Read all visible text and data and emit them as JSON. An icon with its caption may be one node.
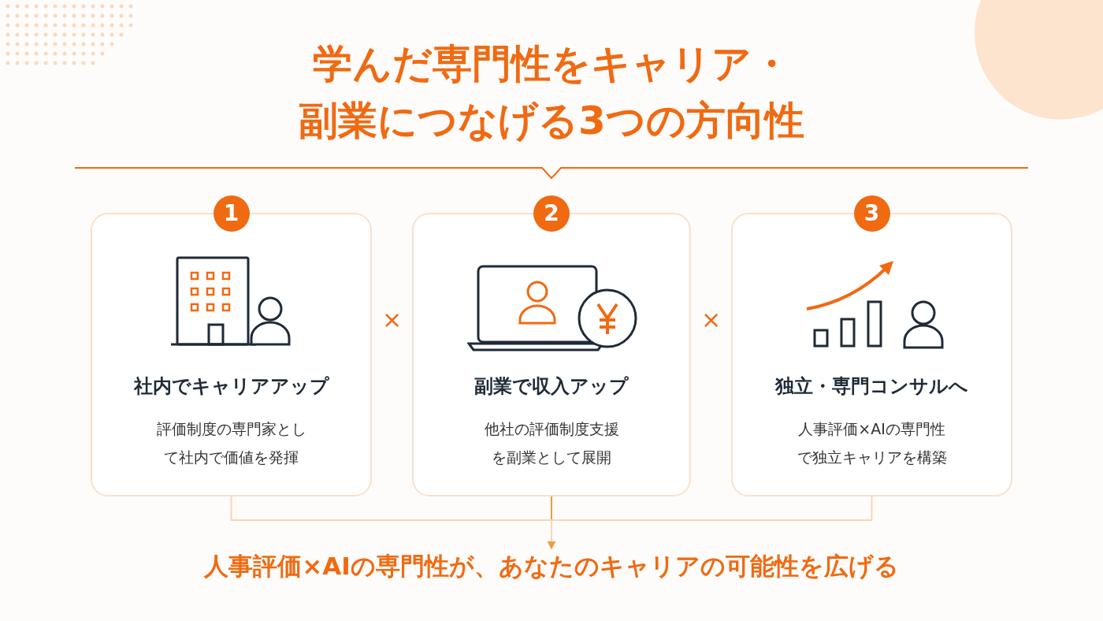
{
  "diagram": {
    "title": "学んだ専門性をキャリア・副業につなげる3つの方向性",
    "nodes": [
      {
        "text": [
          "1",
          "社内でキャリアアップ",
          "評価制度の専門家として社内で価値を発揮"
        ]
      },
      {
        "text": [
          "2",
          "副業で収入アップ",
          "他社の評価制度支援を副業として展開"
        ]
      },
      {
        "text": [
          "3",
          "独立・専門コンサルへ",
          "人事評価×AIの専門性で独立キャリアを構築"
        ]
      },
      {
        "text": [
          "人事評価×AIの専門性が、あなたのキャリアの可能性を広げる"
        ]
      }
    ],
    "edges": [
      {
        "from": 0,
        "to": 3,
        "arrow": "to"
      },
      {
        "from": 1,
        "to": 3,
        "arrow": "to",
        "color": "#f39a3c"
      },
      {
        "from": 2,
        "to": 3,
        "arrow": "to"
      }
    ],
    "labels": [
      "×",
      "×"
    ]
  }
}
